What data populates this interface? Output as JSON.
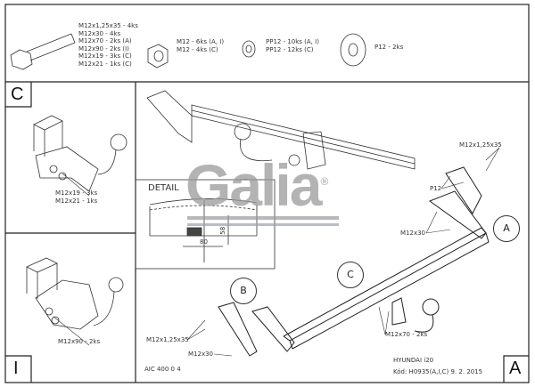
{
  "parts": {
    "bolts": [
      "M12x1,25x35 - 4ks",
      "M12x30 - 4ks",
      "M12x70 - 2ks (A)",
      "M12x90 - 2ks (I)",
      "M12x19 - 3ks (C)",
      "M12x21 - 1ks (C)"
    ],
    "nuts": [
      "M12 - 6ks (A, I)",
      "M12 - 4ks (C)"
    ],
    "small_washers": [
      "PP12 - 10ks (A, I)",
      "PP12 - 12ks (C)"
    ],
    "large_washer": "P12 - 2ks"
  },
  "section_c": {
    "label": "C",
    "callouts": [
      "M12x19 - 3ks",
      "M12x21 - 1ks"
    ]
  },
  "section_i": {
    "label": "I",
    "callout": "M12x90 - 2ks"
  },
  "detail": {
    "title": "DETAIL",
    "dim_width": "80",
    "dim_height": "58"
  },
  "logo": {
    "text": "Galia",
    "mark": "®",
    "color": "#9a9a9a"
  },
  "main": {
    "callouts": {
      "top_bolt": "M12x1,25x35",
      "washer": "P12",
      "right_bolt": "M12x30",
      "left_bolt_a": "M12x1,25x35",
      "left_bolt_b": "M12x30",
      "center_bolt": "M12x70 - 2ks"
    },
    "circles": {
      "a": "A",
      "b": "B",
      "c": "C"
    }
  },
  "title_block": {
    "drawing_no": "AIC 400 0 4",
    "vehicle": "HYUNDAI i20",
    "code": "Kód: H0935(A,I,C)  9. 2. 2015",
    "variant": "A"
  }
}
